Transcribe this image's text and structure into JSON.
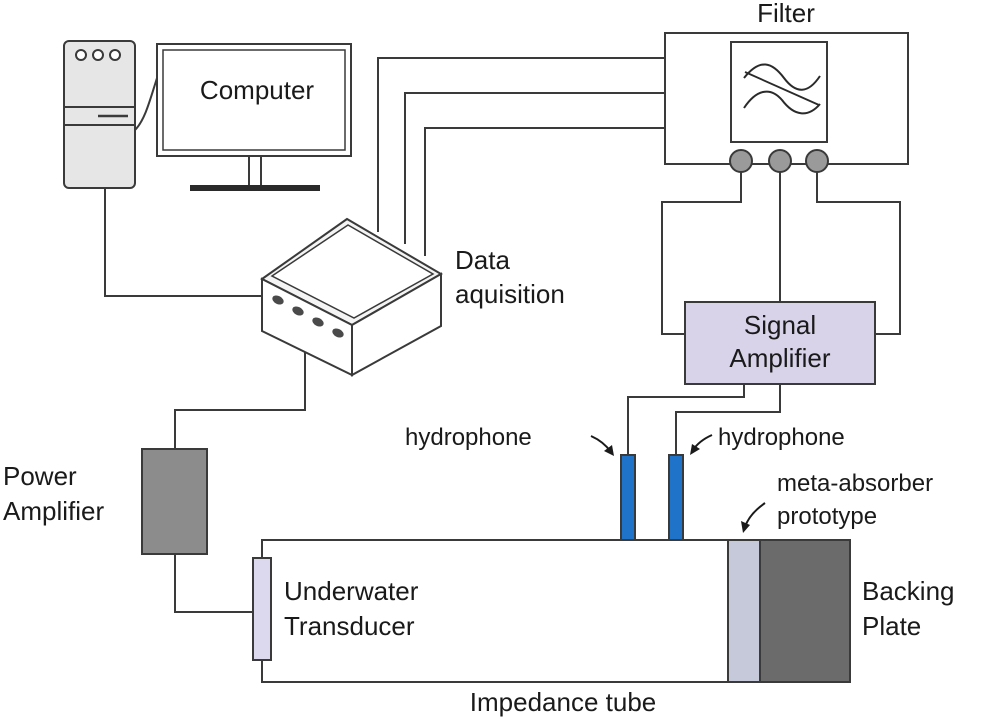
{
  "labels": {
    "computer": "Computer",
    "filter": "Filter",
    "data_acquisition_line1": "Data",
    "data_acquisition_line2": "aquisition",
    "signal_amplifier_line1": "Signal",
    "signal_amplifier_line2": "Amplifier",
    "power_amplifier_line1": "Power",
    "power_amplifier_line2": "Amplifier",
    "hydrophone_left": "hydrophone",
    "hydrophone_right": "hydrophone",
    "meta_absorber_line1": "meta-absorber",
    "meta_absorber_line2": "prototype",
    "underwater_transducer_line1": "Underwater",
    "underwater_transducer_line2": "Transducer",
    "backing_plate_line1": "Backing",
    "backing_plate_line2": "Plate",
    "impedance_tube": "Impedance tube"
  },
  "colors": {
    "line": "#3a3a3a",
    "pc_case": "#e6e6e6",
    "signal_amplifier_fill": "#d9d3ea",
    "power_amplifier_fill": "#8c8c8c",
    "hydrophone_fill": "#1f73c9",
    "transducer_fill": "#dcd8ee",
    "meta_absorber_fill": "#c6c9d9",
    "backing_plate_fill": "#6b6b6b",
    "knob_fill": "#9a9a9a"
  }
}
